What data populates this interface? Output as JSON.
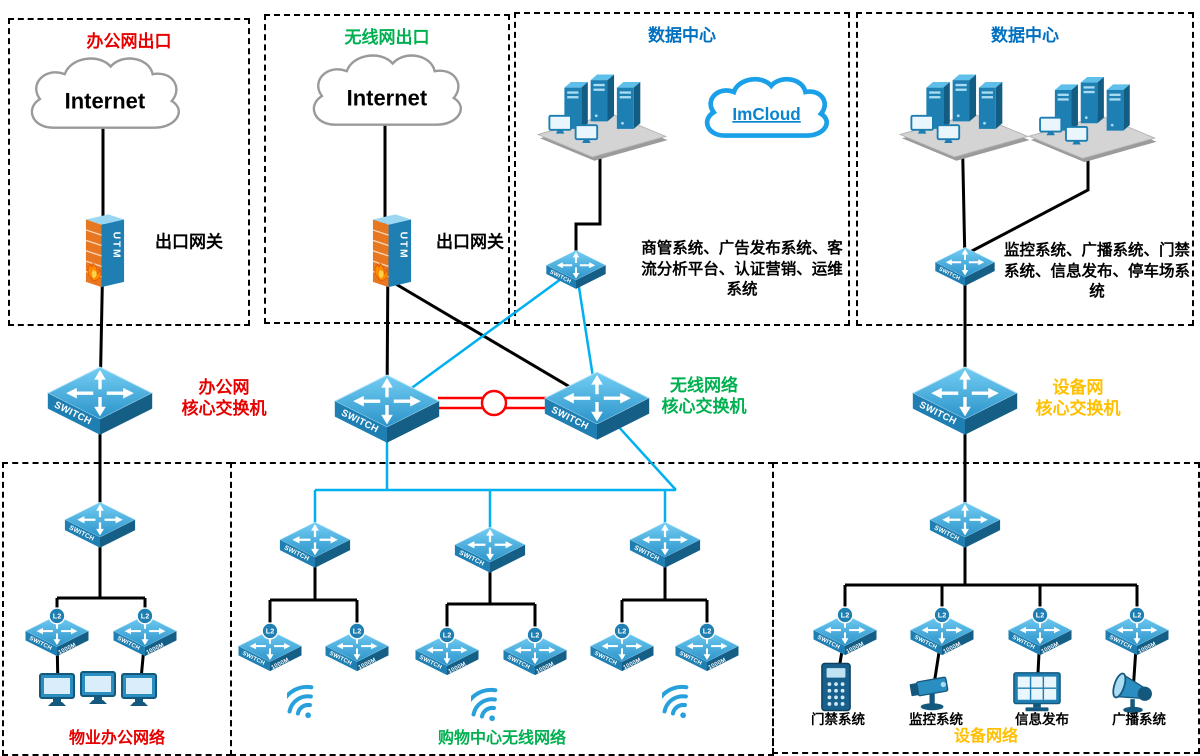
{
  "colors": {
    "red_label": "#e60000",
    "green_label": "#00b050",
    "blue_label": "#0070c0",
    "gold_label": "#ffc000",
    "link_black": "#000000",
    "link_cyan": "#00b0f0",
    "link_red": "#ff0000",
    "switch_blue": "#1f7fb2"
  },
  "zones": {
    "office_exit": {
      "title": "办公网出口"
    },
    "wireless_exit": {
      "title": "无线网出口"
    },
    "datacenter1": {
      "title": "数据中心",
      "note": "商管系统、广告发布系统、客流分析平台、认证营销、运维系统"
    },
    "datacenter2": {
      "title": "数据中心",
      "note": "监控系统、广播系统、门禁系统、信息发布、停车场系统"
    },
    "property_office": {
      "label": "物业办公网络"
    },
    "mall_wireless": {
      "label": "购物中心无线网络"
    },
    "device_network": {
      "label": "设备网络"
    }
  },
  "nodes": {
    "internet": "Internet",
    "utm": "UTM",
    "gateway": "出口网关",
    "imcloud": "ImCloud",
    "switch": "SWITCH",
    "l2": "L2",
    "m1000": "1000M"
  },
  "core_labels": {
    "office": {
      "l1": "办公网",
      "l2": "核心交换机"
    },
    "wireless": {
      "l1": "无线网络",
      "l2": "核心交换机"
    },
    "device": {
      "l1": "设备网",
      "l2": "核心交换机"
    }
  },
  "devices": {
    "access_control": "门禁系统",
    "surveillance": "监控系统",
    "info_publish": "信息发布",
    "broadcast": "广播系统"
  }
}
